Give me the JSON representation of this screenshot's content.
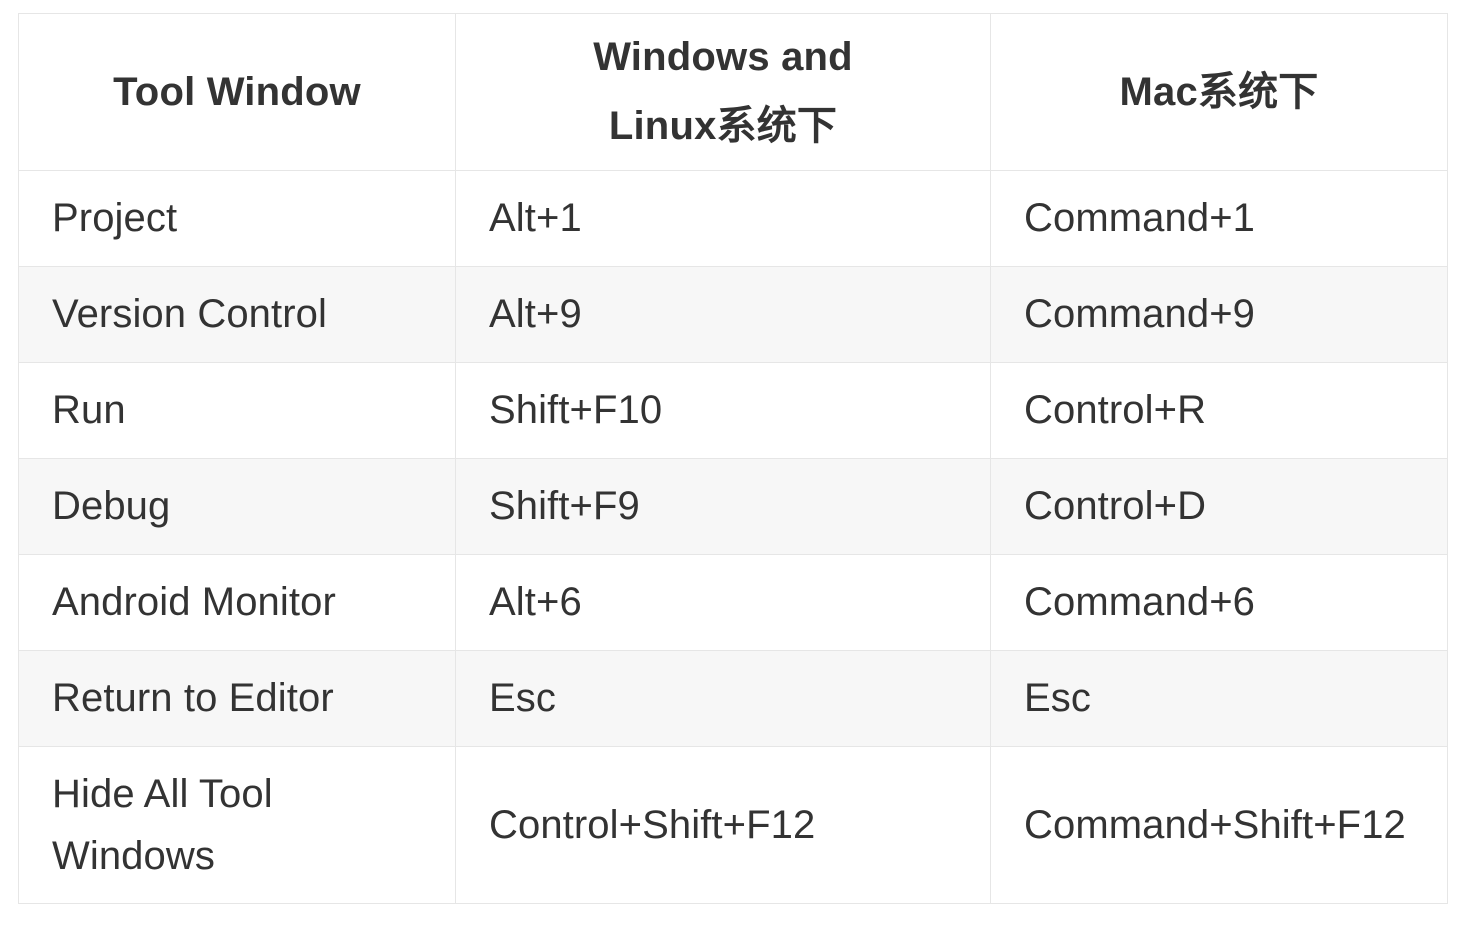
{
  "table": {
    "columns": [
      {
        "key": "tool",
        "label_lines": [
          "Tool Window"
        ]
      },
      {
        "key": "windows",
        "label_lines": [
          "Windows and",
          "Linux系统下"
        ]
      },
      {
        "key": "mac",
        "label_lines": [
          "Mac系统下"
        ]
      }
    ],
    "headers": {
      "tool": "Tool Window",
      "windows_line1": "Windows and",
      "windows_line2": "Linux系统下",
      "mac": "Mac系统下"
    },
    "rows": [
      {
        "tool": "Project",
        "windows": "Alt+1",
        "mac": "Command+1"
      },
      {
        "tool": "Version Control",
        "windows": "Alt+9",
        "mac": "Command+9"
      },
      {
        "tool": "Run",
        "windows": "Shift+F10",
        "mac": "Control+R"
      },
      {
        "tool": "Debug",
        "windows": "Shift+F9",
        "mac": "Control+D"
      },
      {
        "tool": "Android Monitor",
        "windows": "Alt+6",
        "mac": "Command+6"
      },
      {
        "tool": "Return to Editor",
        "windows": "Esc",
        "mac": "Esc"
      },
      {
        "tool": "Hide All Tool Windows",
        "windows": "Control+Shift+F12",
        "mac": "Command+Shift+F12"
      }
    ],
    "colors": {
      "text": "#333333",
      "border": "#e6e6e6",
      "row_even_background": "#f7f7f7",
      "row_odd_background": "#ffffff"
    }
  }
}
